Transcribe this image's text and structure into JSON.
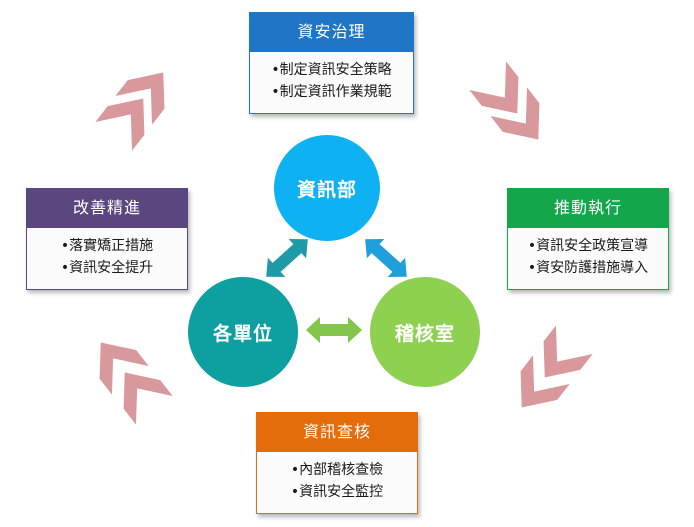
{
  "boxes": {
    "governance": {
      "title": "資安治理",
      "items": [
        "•制定資訊安全策略",
        "•制定資訊作業規範"
      ],
      "color": "#1f75c6"
    },
    "execution": {
      "title": "推動執行",
      "items": [
        "•資訊安全政策宣導",
        "•資安防護措施導入"
      ],
      "color": "#13a64b"
    },
    "audit": {
      "title": "資訊查核",
      "items": [
        "•內部稽核查檢",
        "•資訊安全監控"
      ],
      "color": "#e46c0a"
    },
    "improvement": {
      "title": "改善精進",
      "items": [
        "•落實矯正措施",
        "•資訊安全提升"
      ],
      "color": "#5b4780"
    }
  },
  "circles": {
    "it_dept": {
      "label": "資訊部",
      "color": "#0eb1f2"
    },
    "units": {
      "label": "各單位",
      "color": "#0e9fa0"
    },
    "audit_office": {
      "label": "稽核室",
      "color": "#8ed050"
    }
  },
  "arrow_colors": {
    "cycle": "#d9989c",
    "teal": "#1f9aa8",
    "blue": "#1f9fdc",
    "green": "#86c54b"
  }
}
